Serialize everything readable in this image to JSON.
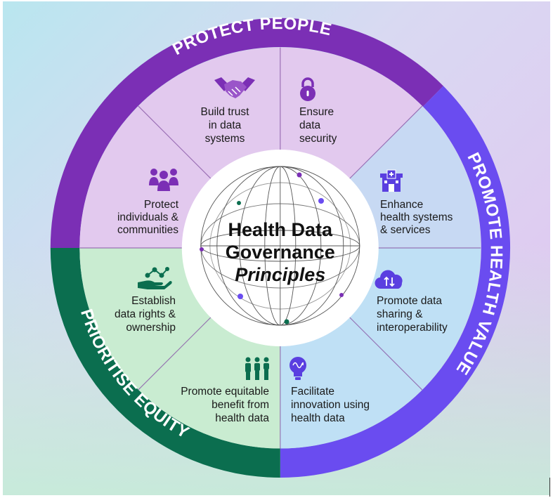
{
  "center": {
    "line1": "Health Data",
    "line2": "Governance",
    "line3": "Principles"
  },
  "ring": {
    "protect": "PROTECT PEOPLE",
    "promote": "PROMOTE HEALTH VALUE",
    "equity": "PRIORITISE EQUITY"
  },
  "segments": [
    {
      "icon": "handshake-icon",
      "lines": [
        "Build trust",
        "in data",
        "systems"
      ]
    },
    {
      "icon": "padlock-icon",
      "lines": [
        "Ensure",
        "data",
        "security"
      ]
    },
    {
      "icon": "hospital-icon",
      "lines": [
        "Enhance",
        "health systems",
        "& services"
      ]
    },
    {
      "icon": "cloud-transfer-icon",
      "lines": [
        "Promote data",
        "sharing &",
        "interoperability"
      ]
    },
    {
      "icon": "lightbulb-icon",
      "lines": [
        "Facilitate",
        "innovation using",
        "health data"
      ]
    },
    {
      "icon": "people-podium-icon",
      "lines": [
        "Promote equitable",
        "benefit from",
        "health data"
      ]
    },
    {
      "icon": "hand-network-icon",
      "lines": [
        "Establish",
        "data rights &",
        "ownership"
      ]
    },
    {
      "icon": "community-icon",
      "lines": [
        "Protect",
        "individuals &",
        "communities"
      ]
    }
  ],
  "colors": {
    "protect_ring": "#7b2fb5",
    "promote_ring": "#6a4cf0",
    "equity_ring": "#0b6e4f",
    "protect_fill": "#e2c9ee",
    "promote_fill": "#bfe0f5",
    "equity_fill": "#c9ecd1",
    "icon_purple": "#7b2fb5",
    "icon_indigo": "#5a3fe0",
    "icon_green": "#0b6e4f"
  }
}
